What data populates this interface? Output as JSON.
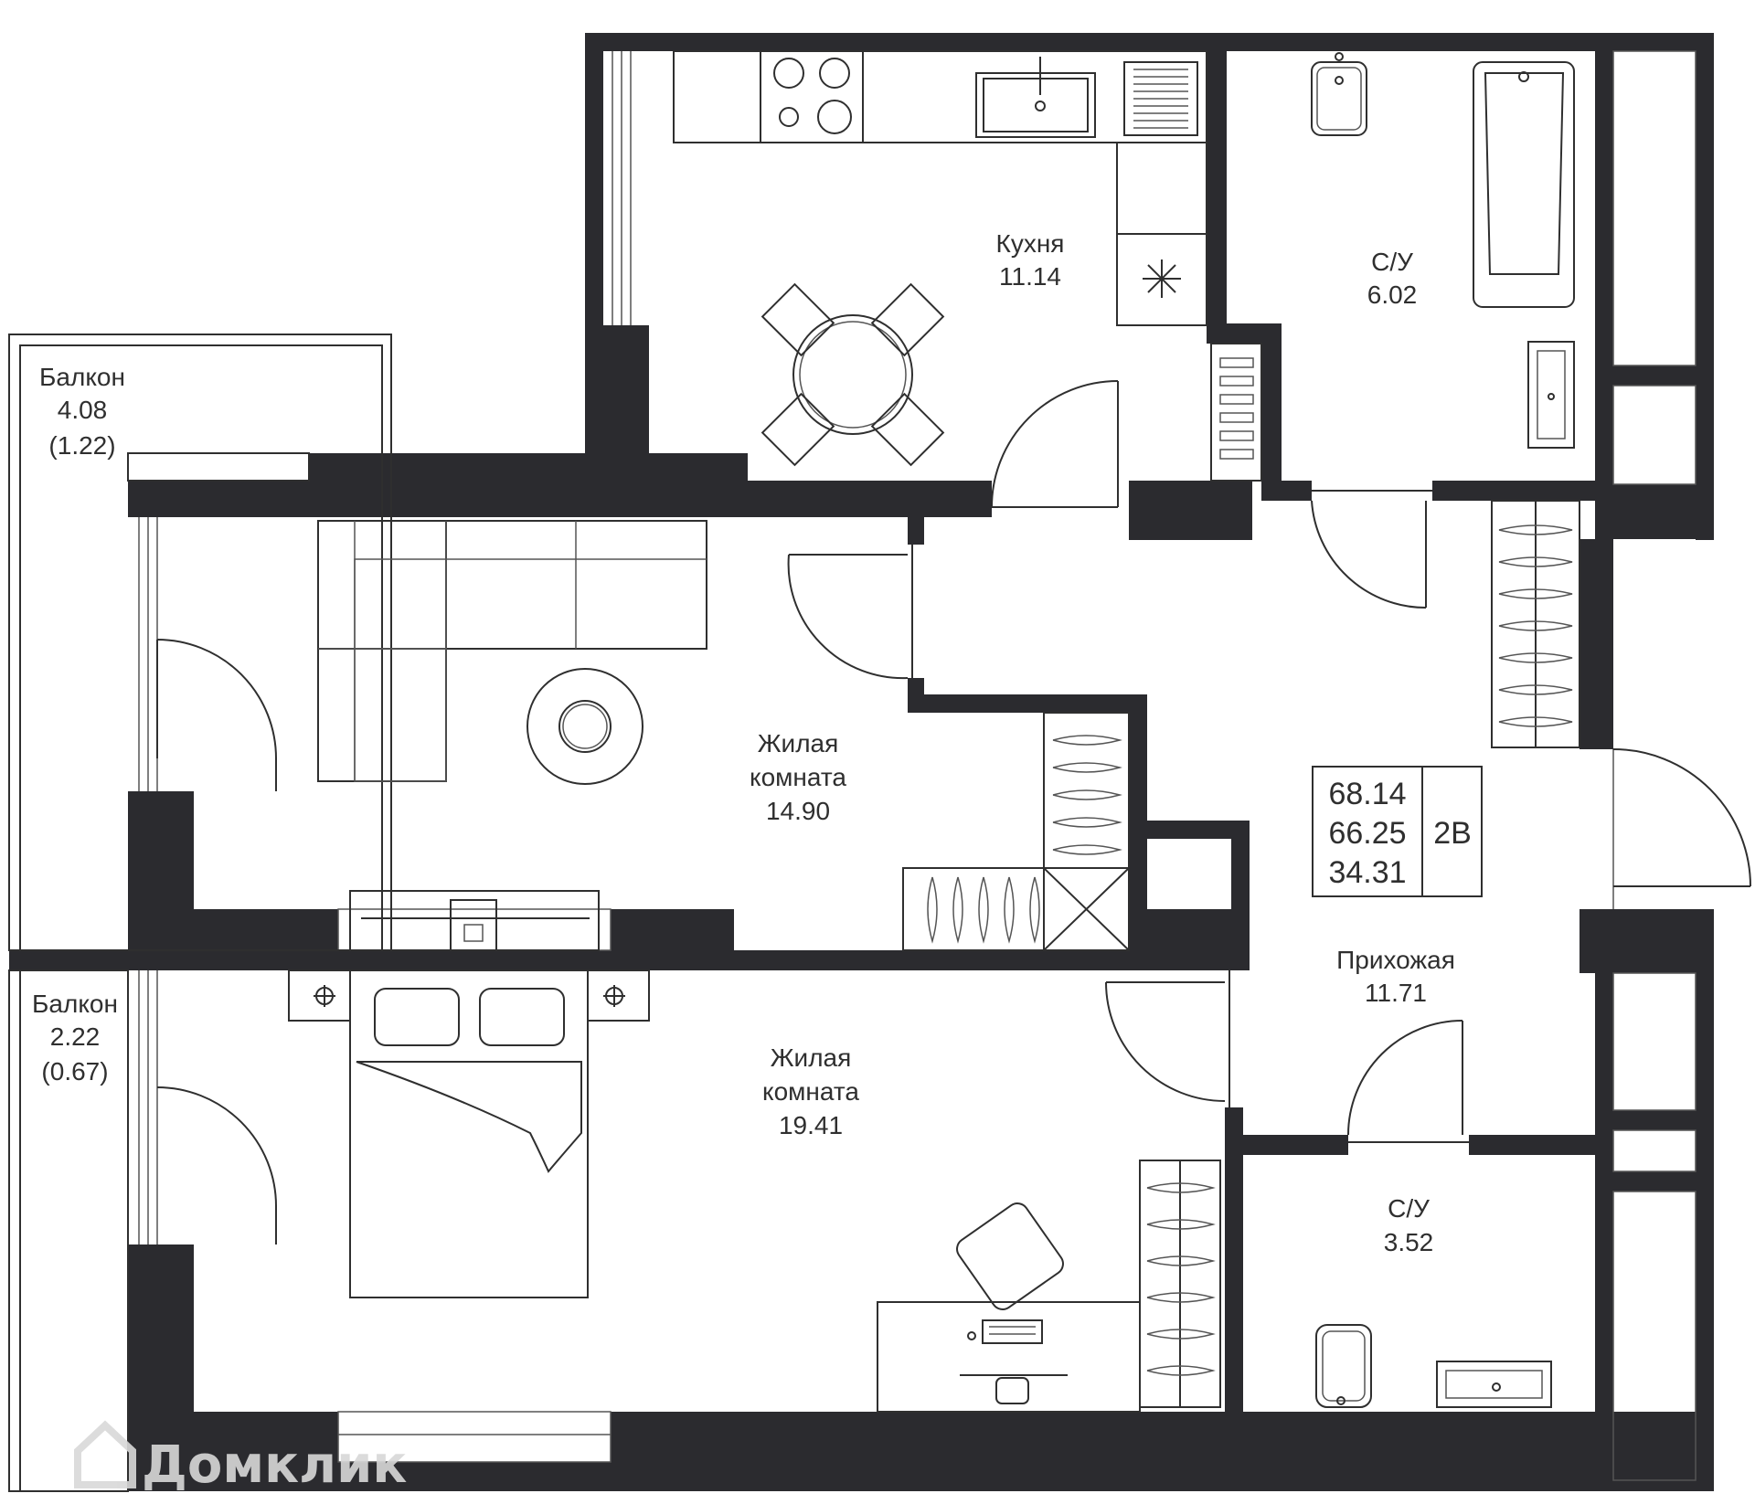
{
  "colors": {
    "wall": "#2b2b2f",
    "line": "#2f2f2f",
    "watermark": "#d8d8d8"
  },
  "rooms": {
    "kitchen": {
      "name": "Кухня",
      "area": "11.14"
    },
    "bath_top": {
      "name": "С/У",
      "area": "6.02"
    },
    "balcony_top": {
      "name": "Балкон",
      "area": "4.08",
      "reduced": "(1.22)"
    },
    "living_1": {
      "name_line1": "Жилая",
      "name_line2": "комната",
      "area": "14.90"
    },
    "living_2": {
      "name_line1": "Жилая",
      "name_line2": "комната",
      "area": "19.41"
    },
    "balcony_bottom": {
      "name": "Балкон",
      "area": "2.22",
      "reduced": "(0.67)"
    },
    "hallway": {
      "name": "Прихожая",
      "area": "11.71"
    },
    "bath_bottom": {
      "name": "С/У",
      "area": "3.52"
    }
  },
  "summary": {
    "total": "68.14",
    "total_no_balcony": "66.25",
    "living": "34.31",
    "type": "2В"
  },
  "watermark": {
    "icon": "house-icon",
    "text": "Домклик"
  }
}
